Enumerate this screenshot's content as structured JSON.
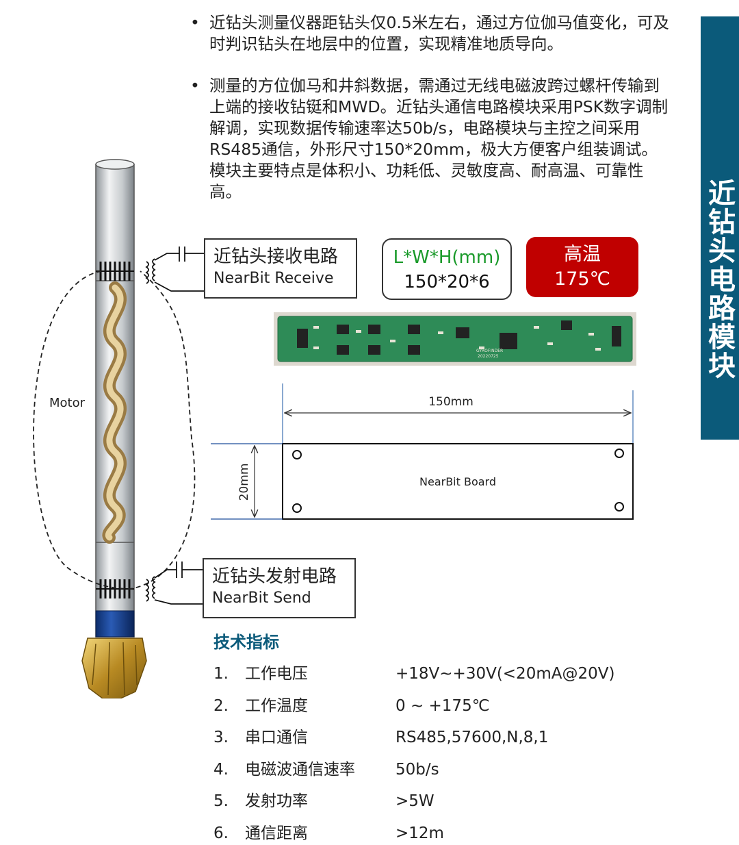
{
  "bullets": [
    "近钻头测量仪器距钻头仅0.5米左右，通过方位伽马值变化，可及时判识钻头在地层中的位置，实现精准地质导向。",
    "测量的方位伽马和井斜数据，需通过无线电磁波跨过螺杆传输到上端的接收钻铤和MWD。近钻头通信电路模块采用PSK数字调制解调，实现数据传输速率达50b/s，电路模块与主控之间采用RS485通信，外形尺寸150*20mm，极大方便客户组装调试。模块主要特点是体积小、功耗低、灵敏度高、耐高温、可靠性高。"
  ],
  "bullet_symbol": "•",
  "side_title": "近钻头电路模块",
  "receive_box": {
    "zh": "近钻头接收电路",
    "en": "NearBit Receive"
  },
  "send_box": {
    "zh": "近钻头发射电路",
    "en": "NearBit Send"
  },
  "dimension_box": {
    "label": "L*W*H(mm)",
    "value": "150*20*6"
  },
  "temperature_box": {
    "label": "高温",
    "value": "175℃"
  },
  "motor_label": "Motor",
  "board_drawing": {
    "length_label": "150mm",
    "width_label": "20mm",
    "board_label": "NearBit  Board"
  },
  "pcb_photo": {
    "silkscreen": [
      "GYROFINDER",
      "20220725"
    ]
  },
  "specs": {
    "title": "技术指标",
    "items": [
      {
        "num": "1.",
        "name": "工作电压",
        "value": "+18V~+30V(<20mA@20V)"
      },
      {
        "num": "2.",
        "name": "工作温度",
        "value": "0 ~ +175℃"
      },
      {
        "num": "3.",
        "name": "串口通信",
        "value": "RS485,57600,N,8,1"
      },
      {
        "num": "4.",
        "name": "电磁波通信速率",
        "value": "50b/s"
      },
      {
        "num": "5.",
        "name": "发射功率",
        "value": ">5W"
      },
      {
        "num": "6.",
        "name": "通信距离",
        "value": ">12m"
      }
    ]
  },
  "colors": {
    "accent": "#0b5a7a",
    "temp_red": "#c00000",
    "dim_green": "#1a9a2a",
    "pcb_green": "#2e8b57"
  }
}
